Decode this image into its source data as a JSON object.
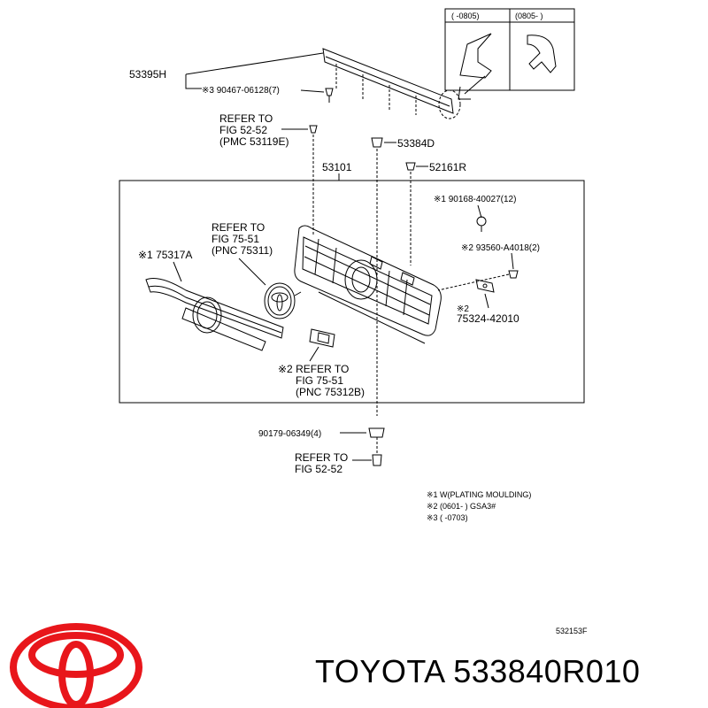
{
  "inset": {
    "left_header": "(      -0805)",
    "right_header": "(0805-      )"
  },
  "labels": {
    "p53395h": "53395H",
    "p90467": "※3 90467-06128(7)",
    "refer_52_top_1": "REFER TO",
    "refer_52_top_2": "FIG 52-52",
    "refer_52_top_3": "(PMC 53119E)",
    "p53384d": "53384D",
    "p53101": "53101",
    "p52161r": "52161R",
    "p90168": "※1 90168-40027(12)",
    "p93560": "※2 93560-A4018(2)",
    "p75324_a": "※2",
    "p75324_b": "75324-42010",
    "refer_7551_1": "REFER TO",
    "refer_7551_2": "FIG 75-51",
    "refer_7551_3": "(PNC 75311)",
    "p75317a": "※1 75317A",
    "refer_75312_1": "※2  REFER TO",
    "refer_75312_2": "FIG 75-51",
    "refer_75312_3": "(PNC 75312B)",
    "p90179": "90179-06349(4)",
    "refer_52_bot_1": "REFER TO",
    "refer_52_bot_2": "FIG 52-52"
  },
  "notes": [
    "※1 W(PLATING MOULDING)",
    "※2 (0601-        ) GSA3#",
    "※3 (        -0703)"
  ],
  "figure_code": "532153F",
  "brand_text": "TOYOTA 533840R010",
  "colors": {
    "logo_red": "#e8161b",
    "line": "#000000"
  }
}
